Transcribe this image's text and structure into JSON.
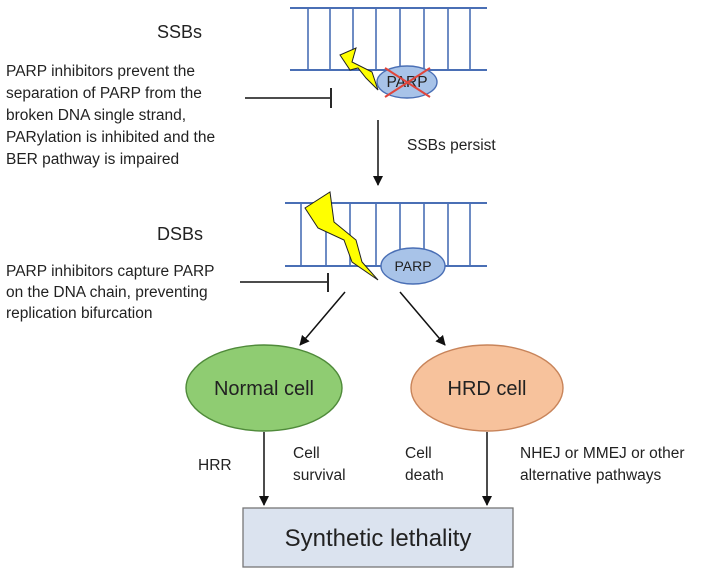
{
  "top": {
    "label": "SSBs",
    "enzyme_label": "PARP",
    "inhibitor_text": [
      "PARP inhibitors prevent the",
      "separation of PARP from the",
      "broken DNA single strand,",
      "PARylation is inhibited and the",
      "BER pathway is impaired"
    ]
  },
  "transition": {
    "label": "SSBs persist"
  },
  "middle": {
    "label": "DSBs",
    "enzyme_label": "PARP",
    "inhibitor_text": [
      "PARP inhibitors capture PARP",
      "on the DNA chain, preventing",
      "replication bifurcation"
    ]
  },
  "normal_cell": {
    "label": "Normal cell",
    "color": "#8fcc72"
  },
  "hrd_cell": {
    "label": "HRD cell",
    "color": "#f7c29c"
  },
  "left_branch": {
    "pathway": "HRR",
    "outcome": [
      "Cell",
      "survival"
    ]
  },
  "right_branch": {
    "outcome": [
      "Cell",
      "death"
    ],
    "pathway": [
      "NHEJ or MMEJ or other",
      "alternative pathways"
    ]
  },
  "result": {
    "label": "Synthetic lethality",
    "color": "#dbe3ef"
  },
  "colors": {
    "dna": "#4a6fb5",
    "parp": "#a8c3e8",
    "lightning": "#ffff00",
    "cross": "#e0463c"
  }
}
